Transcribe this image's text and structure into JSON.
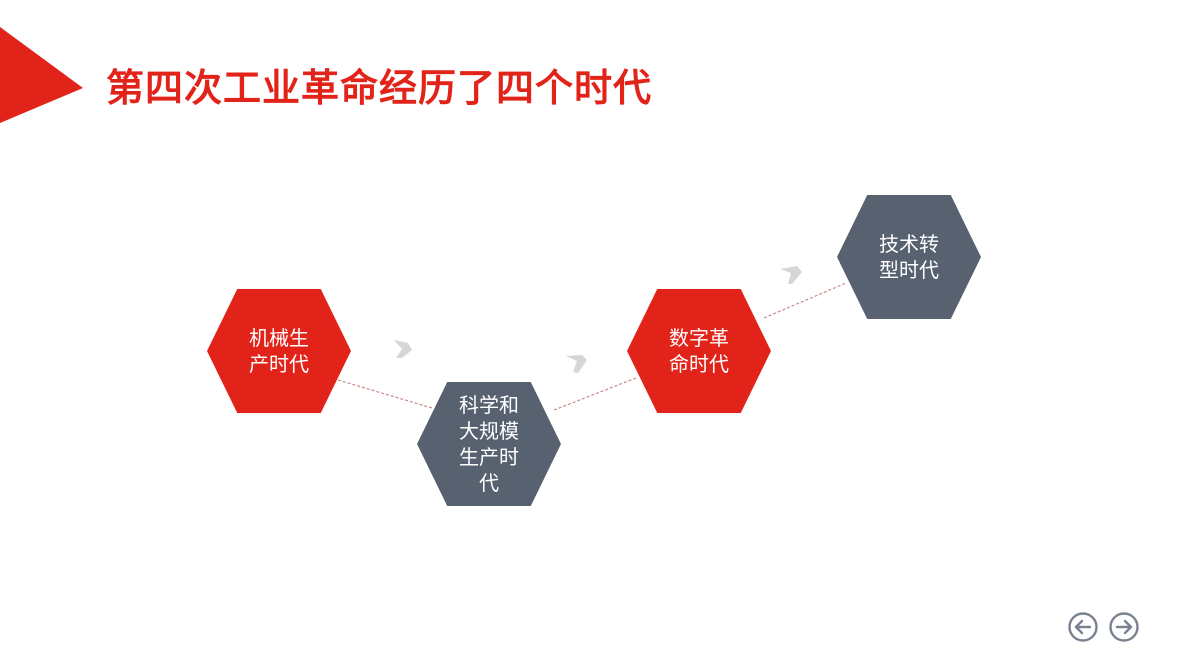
{
  "slide": {
    "title": "第四次工业革命经历了四个时代",
    "colors": {
      "accent_red": "#e2231a",
      "slate_gray": "#576170",
      "arrow_gray": "#d6d6d6",
      "nav_icon": "#7a8290"
    }
  },
  "process": {
    "stages": [
      {
        "label": "机械生产时代",
        "color": "red"
      },
      {
        "label": "科学和大规模生产时代",
        "color": "gray"
      },
      {
        "label": "数字革命时代",
        "color": "red"
      },
      {
        "label": "技术转型时代",
        "color": "gray"
      }
    ]
  },
  "navigation": {
    "prev_icon": "arrow-left-circle-icon",
    "next_icon": "arrow-right-circle-icon"
  }
}
